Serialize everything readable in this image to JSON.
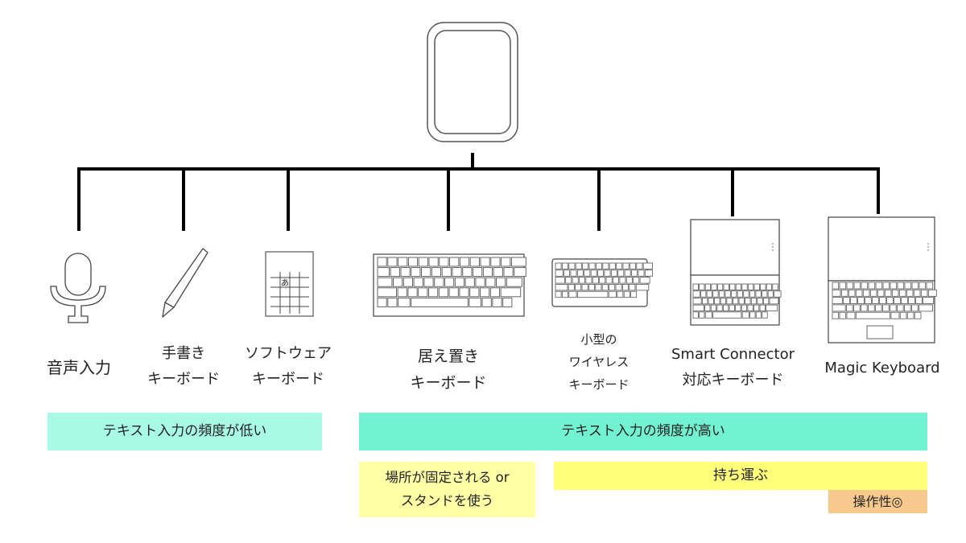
{
  "nodes": [
    {
      "id": "voice",
      "icon": "microphone-icon",
      "lines": [
        "音声入力"
      ]
    },
    {
      "id": "handwriting",
      "icon": "pencil-icon",
      "lines": [
        "手書き",
        "キーボード"
      ]
    },
    {
      "id": "software",
      "icon": "kana-grid-icon",
      "icon_text": "あ",
      "lines": [
        "ソフトウェア",
        "キーボード"
      ]
    },
    {
      "id": "stationary",
      "icon": "full-keyboard-icon",
      "lines": [
        "居え置き",
        "キーボード"
      ]
    },
    {
      "id": "wireless",
      "icon": "compact-keyboard-icon",
      "lines": [
        "小型の",
        "ワイヤレス",
        "キーボード"
      ]
    },
    {
      "id": "smart-connector",
      "icon": "tablet-keyboard-icon",
      "lines": [
        "Smart Connector",
        "対応キーボード"
      ]
    },
    {
      "id": "magic-keyboard",
      "icon": "tablet-trackpad-keyboard-icon",
      "lines": [
        "Magic Keyboard"
      ]
    }
  ],
  "root": {
    "icon": "tablet-icon"
  },
  "bars": {
    "low_freq": {
      "label": "テキスト入力の頻度が低い",
      "color": "#a8fae6"
    },
    "high_freq": {
      "label": "テキスト入力の頻度が高い",
      "color": "#72f2d0"
    },
    "fixed_place": {
      "lines": [
        "場所が固定される or",
        "スタンドを使う"
      ],
      "color": "#ffffa6"
    },
    "portable": {
      "label": "持ち運ぶ",
      "color": "#ffff7a"
    },
    "operability": {
      "label": "操作性◎",
      "color": "#f7c98c"
    }
  }
}
